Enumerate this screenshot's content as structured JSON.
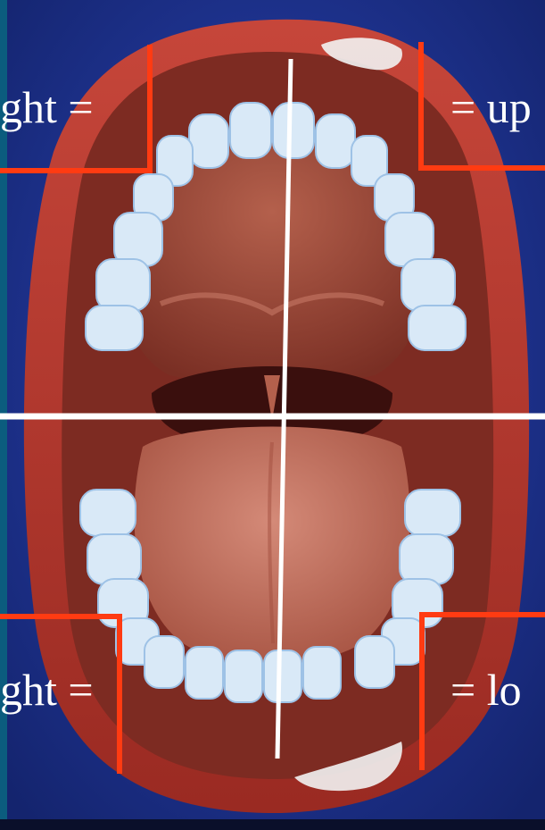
{
  "labels": {
    "upper_left": "ght =",
    "upper_right": "= up",
    "lower_left": "ght =",
    "lower_right": "= lo"
  },
  "colors": {
    "background": "#1a2f8a",
    "lips": "#b2362c",
    "teeth": "#d9e9f7",
    "quadrant_lines": "#ff3b12",
    "midline": "#ffffff"
  }
}
